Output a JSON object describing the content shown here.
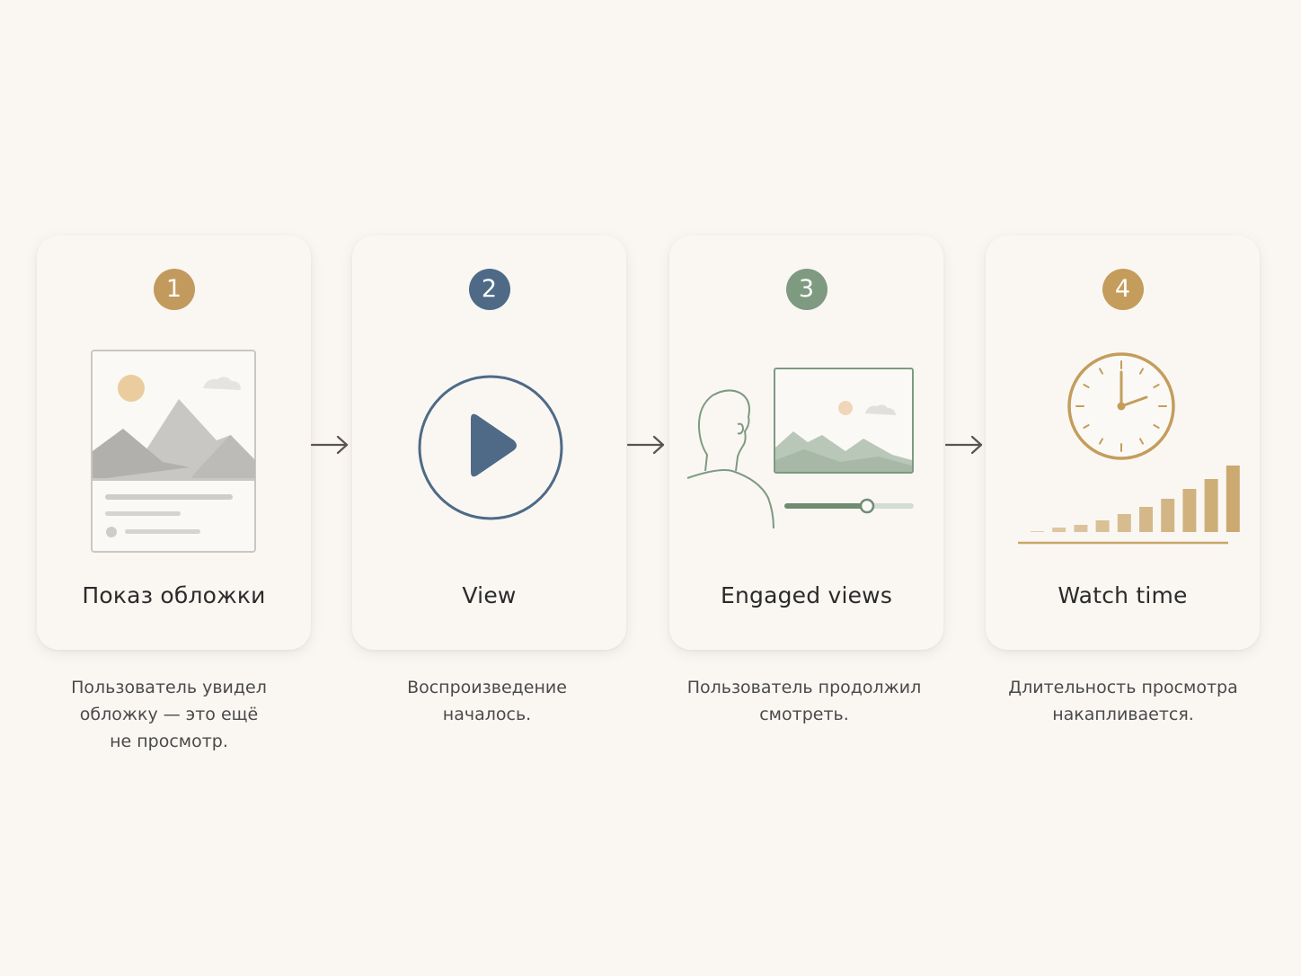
{
  "colors": {
    "background": "#faf7f3",
    "step1": "#c29a5e",
    "step2": "#4e6a87",
    "step3": "#7e9a80",
    "step4": "#c49d5c",
    "arrow": "#5a5450"
  },
  "steps": [
    {
      "number": "1",
      "title": "Показ обложки",
      "description_lines": [
        "Пользователь увидел",
        "обложку — это ещё",
        "не просмотр."
      ],
      "icon": "thumbnail-card-icon"
    },
    {
      "number": "2",
      "title": "View",
      "description_lines": [
        "Воспроизведение",
        "началось."
      ],
      "icon": "play-circle-icon"
    },
    {
      "number": "3",
      "title": "Engaged views",
      "description_lines": [
        "Пользователь продолжил",
        "смотреть."
      ],
      "icon": "person-watching-icon"
    },
    {
      "number": "4",
      "title": "Watch time",
      "description_lines": [
        "Длительность просмотра",
        "накапливается."
      ],
      "icon": "clock-bars-icon"
    }
  ],
  "arrows": [
    "arrow-right-icon",
    "arrow-right-icon",
    "arrow-right-icon"
  ]
}
